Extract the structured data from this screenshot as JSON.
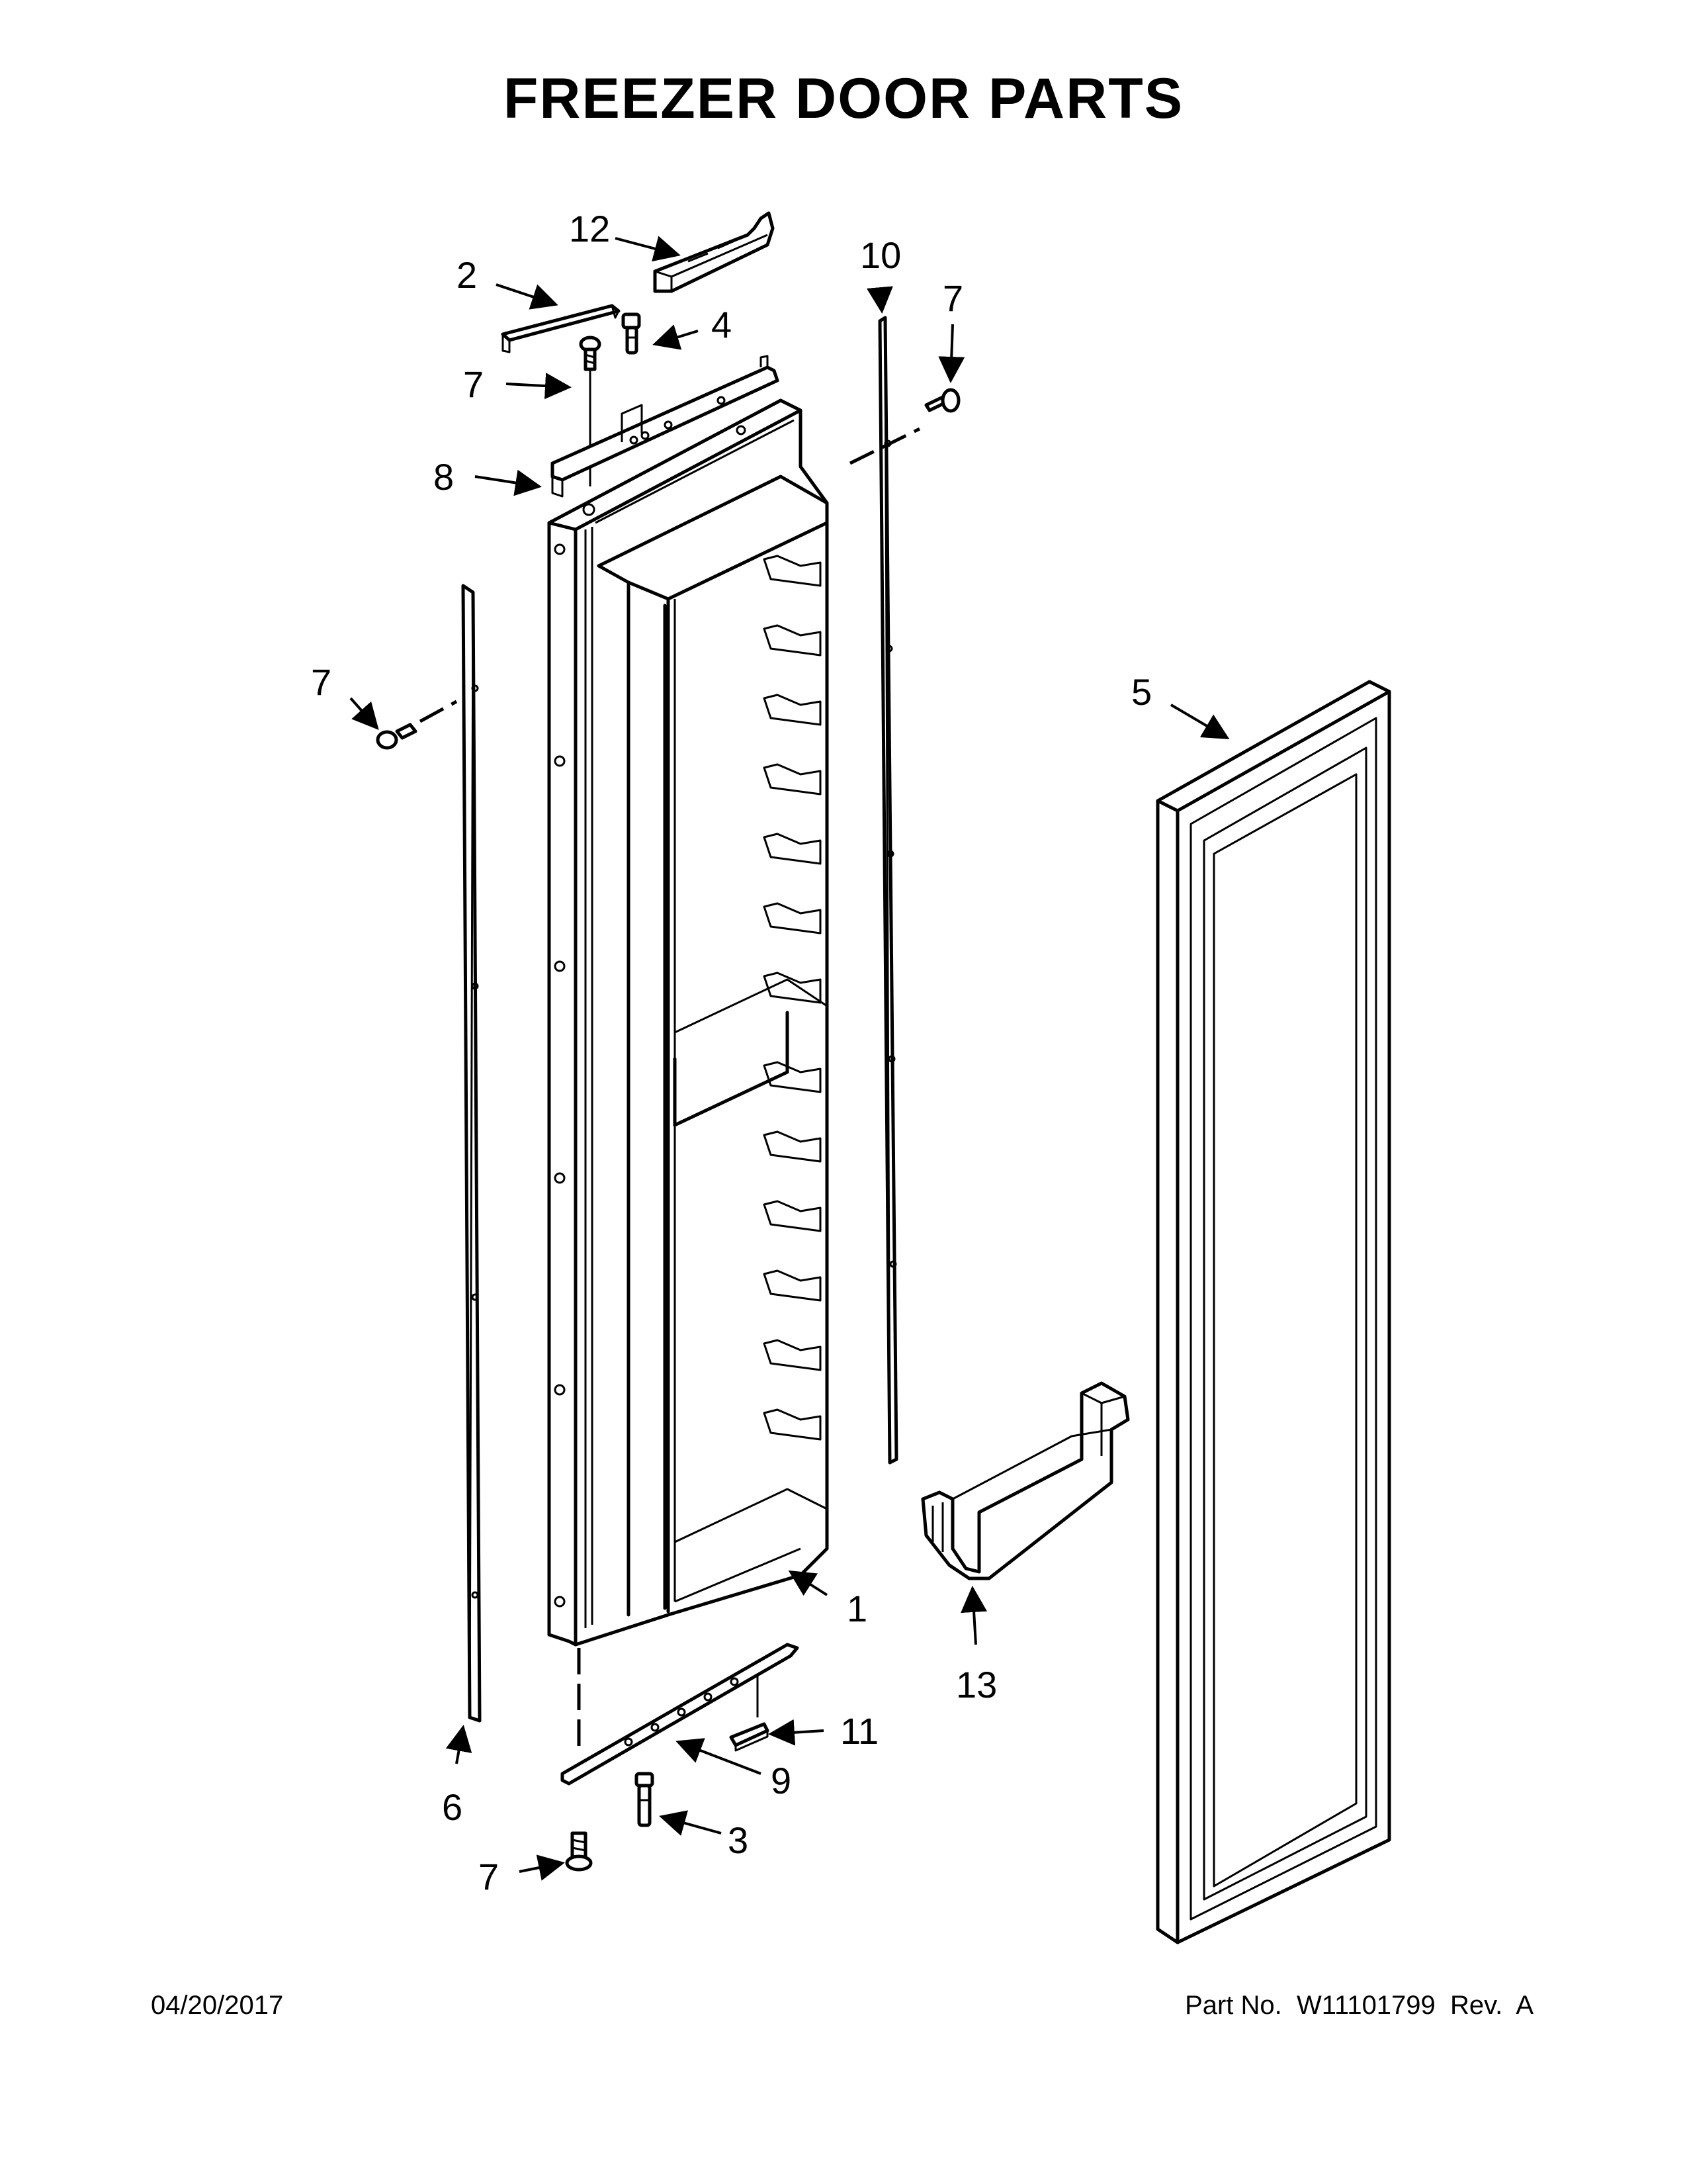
{
  "title": "FREEZER DOOR PARTS",
  "footer": {
    "date": "04/20/2017",
    "part_number": "Part No.  W11101799  Rev.  A"
  },
  "callouts": {
    "c1": "1",
    "c2": "2",
    "c3": "3",
    "c4": "4",
    "c5": "5",
    "c6": "6",
    "c7_top_left": "7",
    "c7_top_right": "7",
    "c7_side": "7",
    "c7_bottom": "7",
    "c8": "8",
    "c9": "9",
    "c10": "10",
    "c11": "11",
    "c12": "12",
    "c13": "13"
  }
}
